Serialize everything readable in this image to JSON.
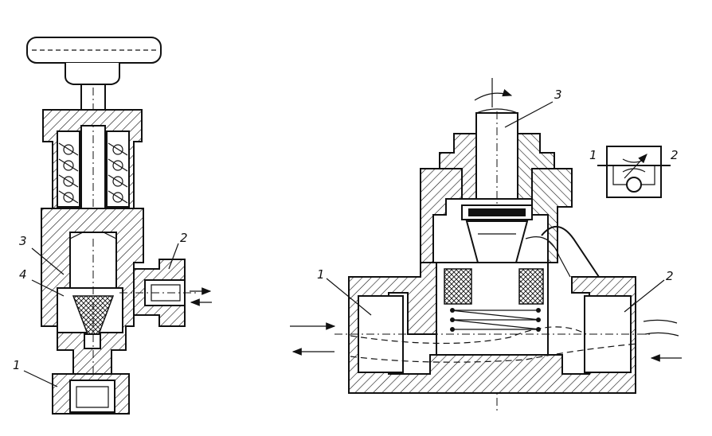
{
  "left_valve": {
    "callouts": [
      "3",
      "4",
      "2",
      "1"
    ]
  },
  "right_valve": {
    "callouts": [
      "3",
      "1",
      "2"
    ]
  },
  "symbol": {
    "port_left": "1",
    "port_right": "2"
  },
  "colors": {
    "ink": "#111111",
    "paper": "#ffffff"
  }
}
